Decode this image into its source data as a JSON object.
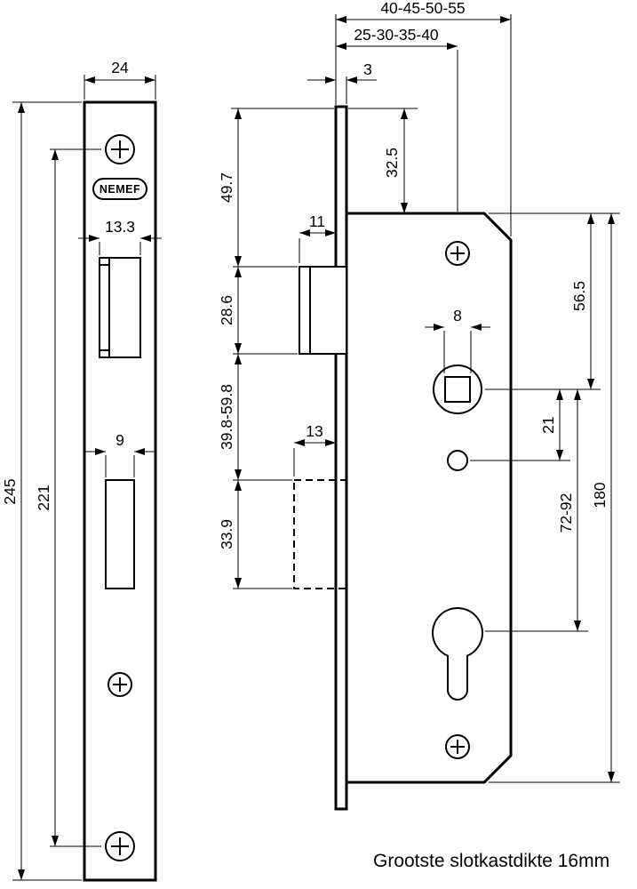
{
  "drawing": {
    "logo": "NEMEF",
    "footer": "Grootste slotkastdikte 16mm",
    "front_view": {
      "width": "24",
      "height": "245",
      "screw_span": "221",
      "latch_width": "13.3",
      "bolt_width": "9"
    },
    "side_view": {
      "depth": "40-45-50-55",
      "backset": "25-30-35-40",
      "plate_thickness": "3",
      "top_to_case": "32.5",
      "top_to_latch": "49.7",
      "latch_protrusion": "11",
      "latch_height": "28.6",
      "latch_to_bolt": "39.8-59.8",
      "bolt_throw": "13",
      "bolt_height": "33.9",
      "square": "8",
      "case_to_spindle": "56.5",
      "spindle_to_hole": "21",
      "spindle_to_cyl": "72-92",
      "case_height": "180"
    }
  }
}
